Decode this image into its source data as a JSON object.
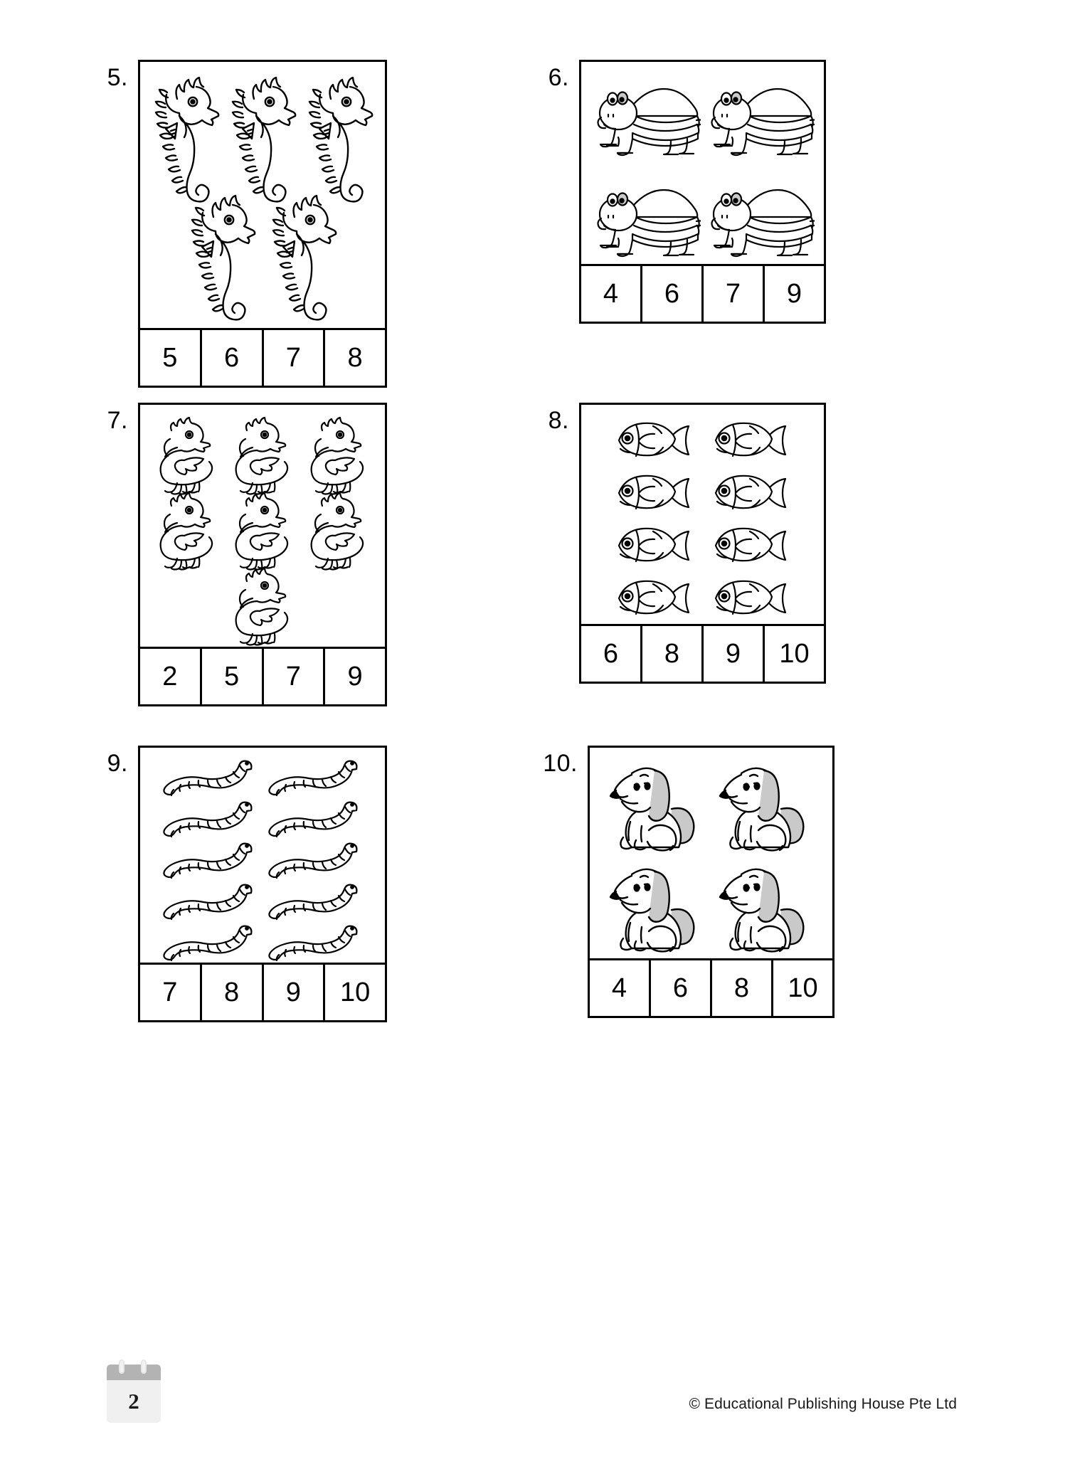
{
  "page": {
    "page_number": "2",
    "copyright": "© Educational Publishing House Pte Ltd"
  },
  "questions": [
    {
      "number": "5.",
      "object": "seahorse",
      "count": 5,
      "layout": "3 on top row, 2 on bottom row",
      "options": [
        "5",
        "6",
        "7",
        "8"
      ]
    },
    {
      "number": "6.",
      "object": "turtle",
      "count": 4,
      "layout": "2 rows of 2",
      "options": [
        "4",
        "6",
        "7",
        "9"
      ]
    },
    {
      "number": "7.",
      "object": "duck",
      "count": 7,
      "layout": "3 on first row, 3 on second row, 1 on third row",
      "options": [
        "2",
        "5",
        "7",
        "9"
      ]
    },
    {
      "number": "8.",
      "object": "fish",
      "count": 8,
      "layout": "4 rows of 2",
      "options": [
        "6",
        "8",
        "9",
        "10"
      ]
    },
    {
      "number": "9.",
      "object": "worm",
      "count": 10,
      "layout": "5 rows of 2",
      "options": [
        "7",
        "8",
        "9",
        "10"
      ]
    },
    {
      "number": "10.",
      "object": "dog",
      "count": 4,
      "layout": "2 rows of 2",
      "options": [
        "4",
        "6",
        "8",
        "10"
      ]
    }
  ]
}
